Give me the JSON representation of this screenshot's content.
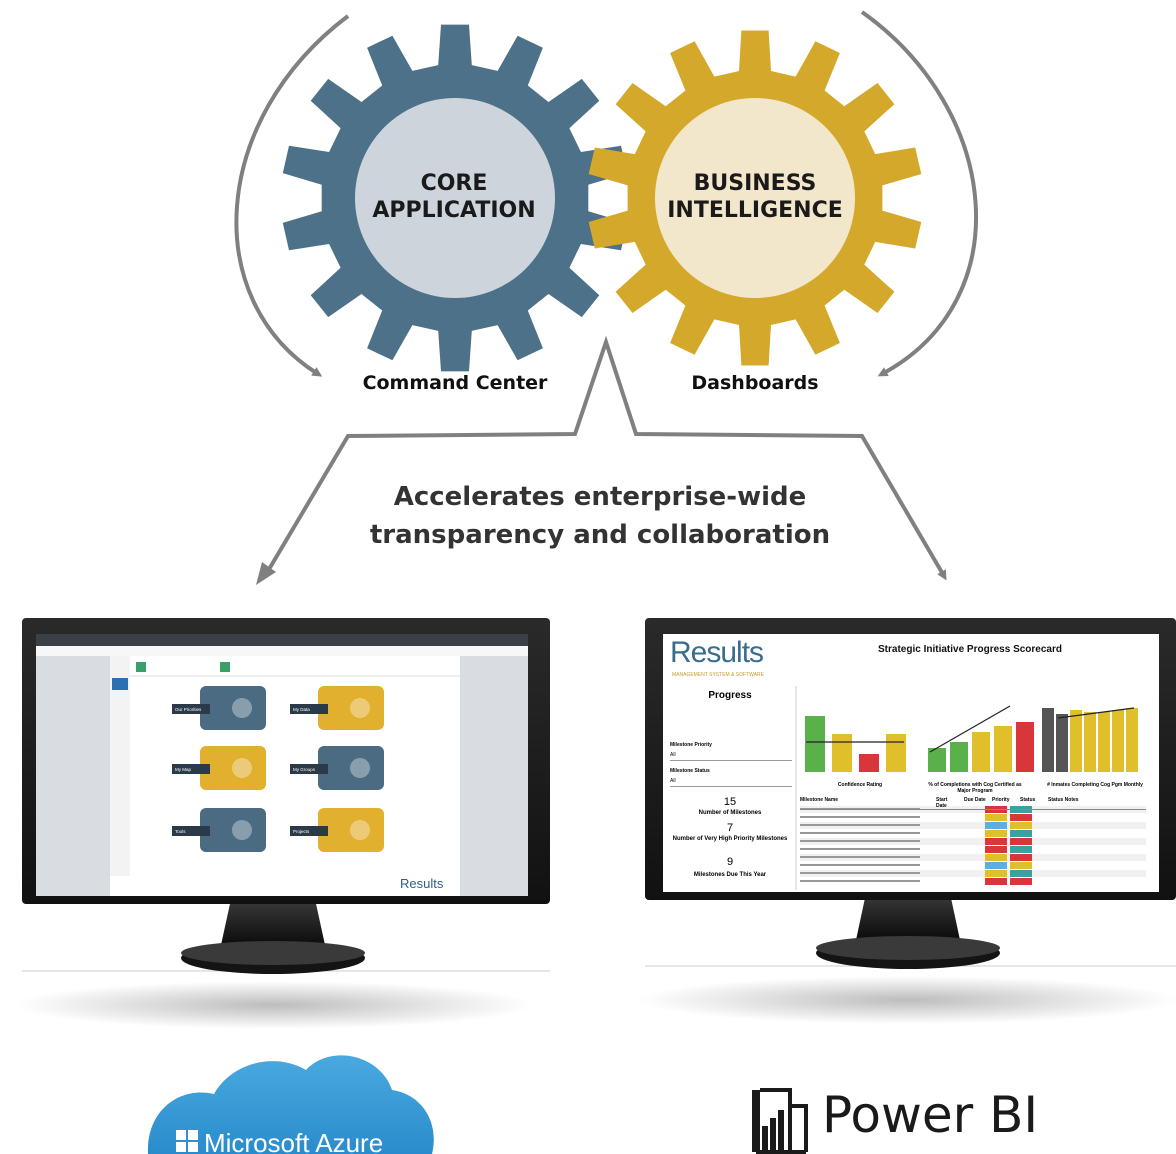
{
  "gears": {
    "left": {
      "line1": "CORE",
      "line2": "APPLICATION",
      "color": "#4d7188",
      "hub": "#ced4dc"
    },
    "right": {
      "line1": "BUSINESS",
      "line2": "INTELLIGENCE",
      "color": "#d4a92b",
      "hub": "#f3e7cb"
    }
  },
  "captions": {
    "left": "Command Center",
    "right": "Dashboards"
  },
  "headline": {
    "line1": "Accelerates enterprise-wide",
    "line2": "transparency and collaboration"
  },
  "left_monitor": {
    "tiles": [
      "Our Priorities",
      "My Data",
      "My Map",
      "My Groups",
      "Tools",
      "Projects"
    ],
    "footer_logo": "Results"
  },
  "right_monitor": {
    "logo": "Results",
    "logo_sub": "MANAGEMENT SYSTEM & SOFTWARE",
    "title": "Strategic Initiative Progress Scorecard",
    "progress_heading": "Progress",
    "milestone_priority_label": "Milestone Priority",
    "milestone_status_label": "Milestone Status",
    "filter_value": "All",
    "stat1_value": "15",
    "stat1_label": "Number of Milestones",
    "stat2_value": "7",
    "stat2_label": "Number of Very High Priority Milestones",
    "stat3_value": "9",
    "stat3_label": "Milestones Due This Year",
    "chart1_caption": "Confidence Rating",
    "chart2_caption": "% of Completions with Cog Certified as Major Program",
    "chart3_caption": "# Inmates Completing Cog Pgm Monthly",
    "table_headers": [
      "Milestone Name",
      "Start Date",
      "Due Date",
      "Priority",
      "Status",
      "Status Notes"
    ]
  },
  "brands": {
    "left": "Microsoft Azure",
    "right": "Power BI"
  },
  "colors": {
    "arrow": "#808080",
    "screen_blue": "#4a6b82",
    "screen_yellow": "#e0b02e"
  }
}
